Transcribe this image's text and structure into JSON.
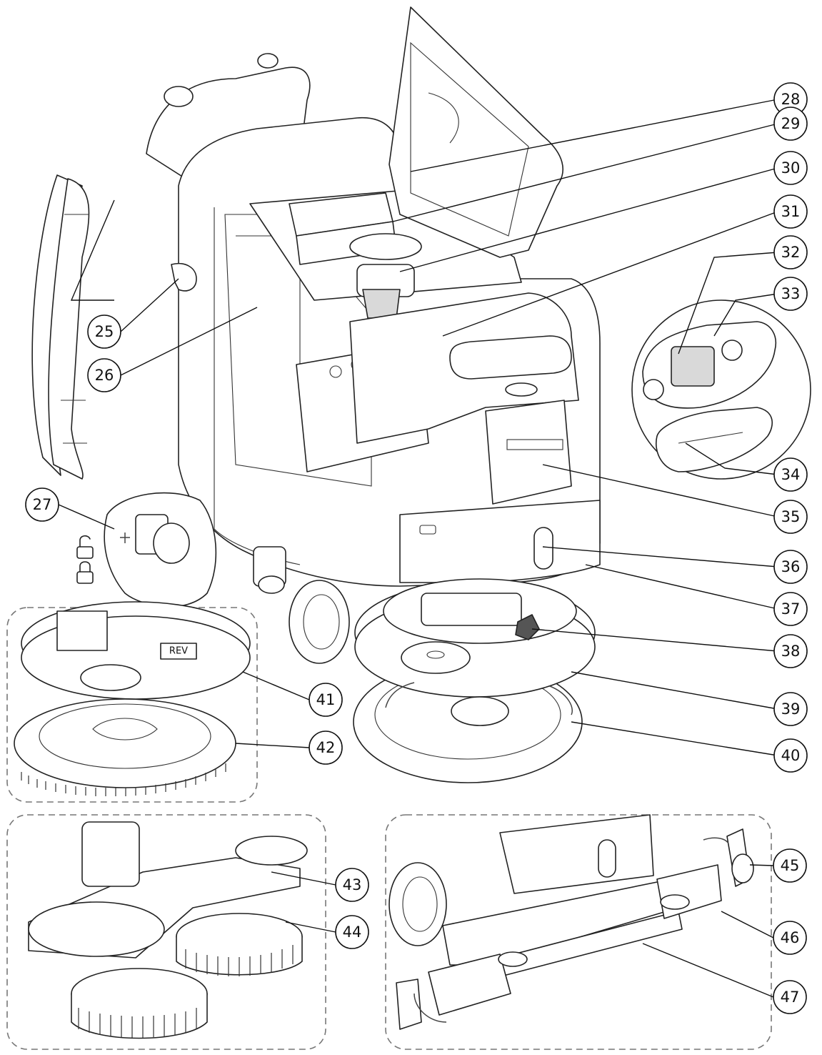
{
  "diagram": {
    "subject": "scrubber-dryer exploded parts view",
    "callouts": [
      {
        "id": "c25",
        "label": "25"
      },
      {
        "id": "c26",
        "label": "26"
      },
      {
        "id": "c27",
        "label": "27"
      },
      {
        "id": "c28",
        "label": "28"
      },
      {
        "id": "c29",
        "label": "29"
      },
      {
        "id": "c30",
        "label": "30"
      },
      {
        "id": "c31",
        "label": "31"
      },
      {
        "id": "c32",
        "label": "32"
      },
      {
        "id": "c33",
        "label": "33"
      },
      {
        "id": "c34",
        "label": "34"
      },
      {
        "id": "c35",
        "label": "35"
      },
      {
        "id": "c36",
        "label": "36"
      },
      {
        "id": "c37",
        "label": "37"
      },
      {
        "id": "c38",
        "label": "38"
      },
      {
        "id": "c39",
        "label": "39"
      },
      {
        "id": "c40",
        "label": "40"
      },
      {
        "id": "c41",
        "label": "41"
      },
      {
        "id": "c42",
        "label": "42"
      },
      {
        "id": "c43",
        "label": "43"
      },
      {
        "id": "c44",
        "label": "44"
      },
      {
        "id": "c45",
        "label": "45"
      },
      {
        "id": "c46",
        "label": "46"
      },
      {
        "id": "c47",
        "label": "47"
      }
    ],
    "plate_label": "REV",
    "icons": [
      "unlock-icon",
      "lock-icon"
    ],
    "colors": {
      "line": "#222222",
      "frame": "#777777",
      "background": "#ffffff"
    }
  }
}
